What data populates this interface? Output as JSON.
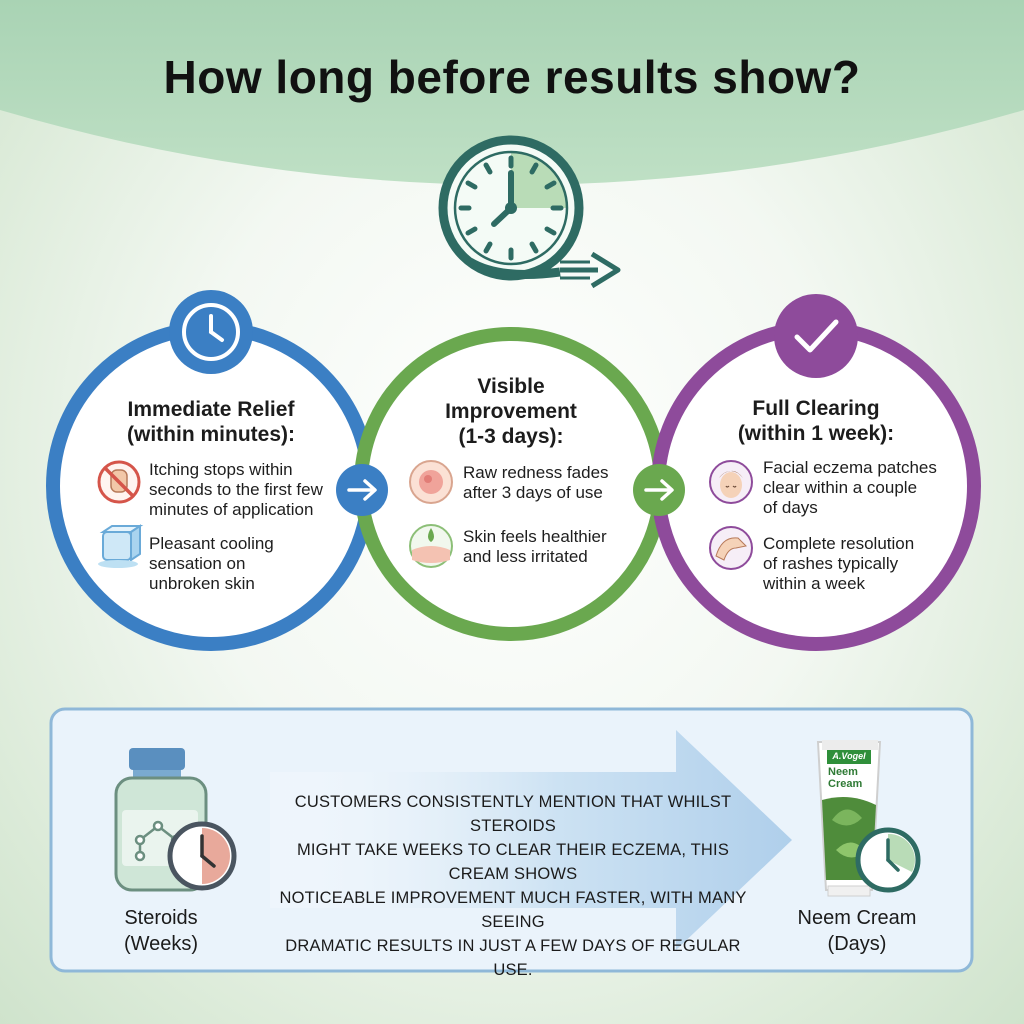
{
  "title": "How long before results show?",
  "colors": {
    "blue": "#3b7fc4",
    "green": "#6aa84f",
    "purple": "#8e4b9b",
    "teal": "#2e6b63"
  },
  "stages": [
    {
      "title_lines": [
        "Immediate Relief",
        "(within minutes):"
      ],
      "badge_icon": "clock-icon",
      "items": [
        {
          "icon": "no-scratch-hand-icon",
          "lines": [
            "Itching stops within",
            "seconds to the first few",
            "minutes of application"
          ]
        },
        {
          "icon": "ice-cube-icon",
          "lines": [
            "Pleasant cooling",
            "sensation on",
            "unbroken skin"
          ]
        }
      ]
    },
    {
      "title_lines": [
        "Visible",
        "Improvement",
        "(1-3 days):"
      ],
      "badge_icon": "none",
      "items": [
        {
          "icon": "redness-patch-icon",
          "lines": [
            "Raw redness fades",
            "after 3 days of use"
          ]
        },
        {
          "icon": "skin-layer-icon",
          "lines": [
            "Skin feels healthier",
            "and less irritated"
          ]
        }
      ]
    },
    {
      "title_lines": [
        "Full Clearing",
        "(within 1 week):"
      ],
      "badge_icon": "checkmark-icon",
      "items": [
        {
          "icon": "face-icon",
          "lines": [
            "Facial eczema patches",
            "clear within a couple",
            "of days"
          ]
        },
        {
          "icon": "arm-icon",
          "lines": [
            "Complete resolution",
            "of rashes typically",
            "within a week"
          ]
        }
      ]
    }
  ],
  "comparison": {
    "text_lines": [
      "CUSTOMERS CONSISTENTLY MENTION THAT WHILST STEROIDS",
      "MIGHT TAKE WEEKS TO CLEAR THEIR ECZEMA, THIS CREAM SHOWS",
      "NOTICEABLE IMPROVEMENT MUCH FASTER, WITH MANY SEEING",
      "DRAMATIC RESULTS IN JUST A FEW DAYS OF REGULAR USE."
    ],
    "left_label": [
      "Steroids",
      "(Weeks)"
    ],
    "right_label": [
      "Neem Cream",
      "(Days)"
    ],
    "tube_brand": "A.Vogel",
    "tube_name_lines": [
      "Neem",
      "Cream"
    ]
  }
}
